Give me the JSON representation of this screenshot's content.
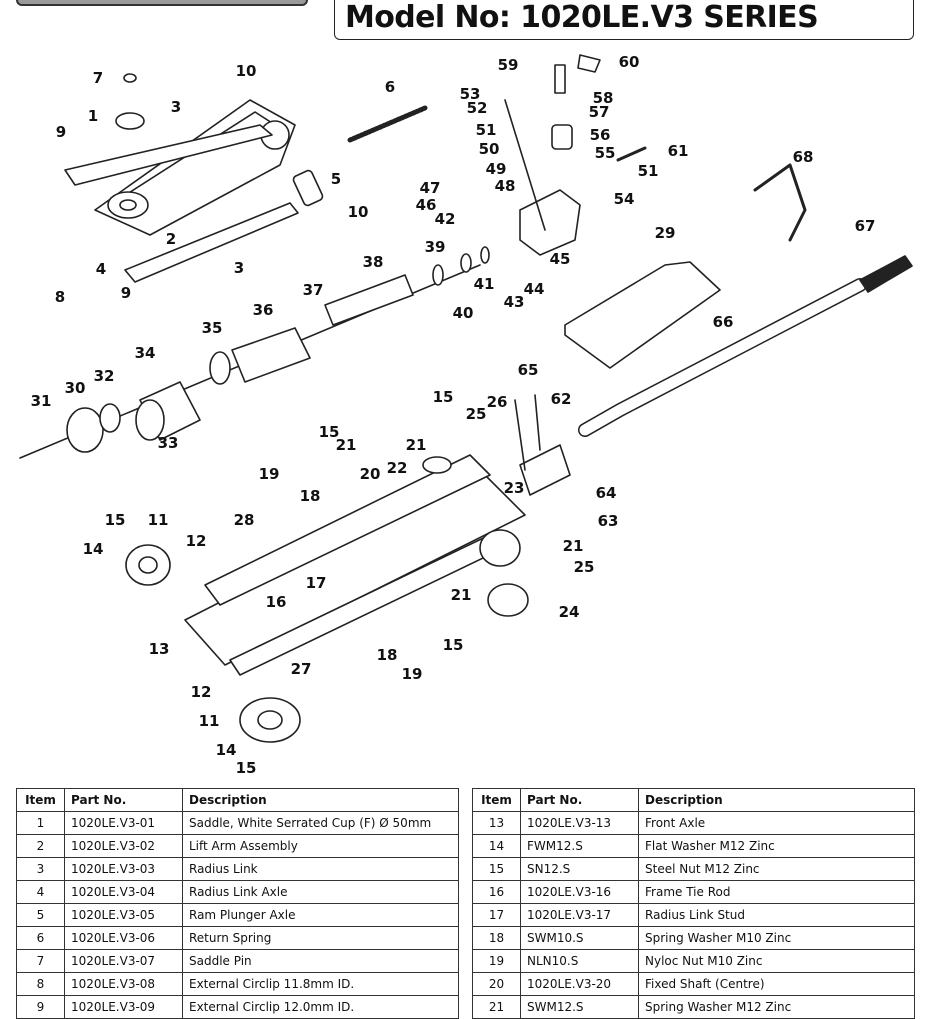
{
  "header": {
    "model_title": "Model No: 1020LE.V3 SERIES"
  },
  "callouts": [
    "1",
    "2",
    "3",
    "3",
    "4",
    "5",
    "6",
    "7",
    "8",
    "9",
    "9",
    "10",
    "10",
    "11",
    "11",
    "12",
    "12",
    "13",
    "14",
    "14",
    "15",
    "15",
    "15",
    "15",
    "15",
    "16",
    "17",
    "18",
    "18",
    "19",
    "19",
    "20",
    "21",
    "21",
    "21",
    "21",
    "22",
    "23",
    "24",
    "25",
    "25",
    "26",
    "27",
    "28",
    "29",
    "30",
    "31",
    "32",
    "33",
    "34",
    "35",
    "36",
    "37",
    "38",
    "39",
    "40",
    "41",
    "42",
    "43",
    "44",
    "45",
    "46",
    "47",
    "48",
    "49",
    "50",
    "51",
    "51",
    "52",
    "53",
    "54",
    "55",
    "56",
    "57",
    "58",
    "59",
    "60",
    "61",
    "62",
    "63",
    "64",
    "65",
    "66",
    "67",
    "68"
  ],
  "table_headers": {
    "item": "Item",
    "part_no": "Part No.",
    "description": "Description"
  },
  "parts_left": [
    {
      "item": "1",
      "part_no": "1020LE.V3-01",
      "description": "Saddle, White Serrated Cup (F) Ø 50mm"
    },
    {
      "item": "2",
      "part_no": "1020LE.V3-02",
      "description": "Lift Arm Assembly"
    },
    {
      "item": "3",
      "part_no": "1020LE.V3-03",
      "description": "Radius Link"
    },
    {
      "item": "4",
      "part_no": "1020LE.V3-04",
      "description": "Radius Link Axle"
    },
    {
      "item": "5",
      "part_no": "1020LE.V3-05",
      "description": "Ram Plunger Axle"
    },
    {
      "item": "6",
      "part_no": "1020LE.V3-06",
      "description": "Return Spring"
    },
    {
      "item": "7",
      "part_no": "1020LE.V3-07",
      "description": "Saddle Pin"
    },
    {
      "item": "8",
      "part_no": "1020LE.V3-08",
      "description": "External Circlip 11.8mm ID."
    },
    {
      "item": "9",
      "part_no": "1020LE.V3-09",
      "description": "External Circlip 12.0mm ID."
    }
  ],
  "parts_right": [
    {
      "item": "13",
      "part_no": "1020LE.V3-13",
      "description": "Front Axle"
    },
    {
      "item": "14",
      "part_no": "FWM12.S",
      "description": "Flat Washer M12 Zinc"
    },
    {
      "item": "15",
      "part_no": "SN12.S",
      "description": "Steel Nut M12 Zinc"
    },
    {
      "item": "16",
      "part_no": "1020LE.V3-16",
      "description": "Frame Tie Rod"
    },
    {
      "item": "17",
      "part_no": "1020LE.V3-17",
      "description": "Radius Link Stud"
    },
    {
      "item": "18",
      "part_no": "SWM10.S",
      "description": "Spring Washer M10 Zinc"
    },
    {
      "item": "19",
      "part_no": "NLN10.S",
      "description": "Nyloc Nut M10 Zinc"
    },
    {
      "item": "20",
      "part_no": "1020LE.V3-20",
      "description": "Fixed Shaft (Centre)"
    },
    {
      "item": "21",
      "part_no": "SWM12.S",
      "description": "Spring Washer M12 Zinc"
    }
  ]
}
